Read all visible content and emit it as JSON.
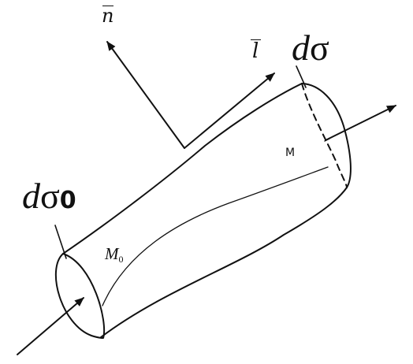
{
  "labels": {
    "normal_vector": "n",
    "tangent_vector": "l",
    "section_end": {
      "d": "d",
      "sigma": "σ"
    },
    "section_start": {
      "d": "d",
      "sigma": "σ",
      "sub": "0"
    },
    "point_M": "M",
    "point_M0": {
      "base": "M",
      "sub": "0"
    }
  },
  "colors": {
    "stroke": "#111111",
    "background": "#ffffff"
  }
}
